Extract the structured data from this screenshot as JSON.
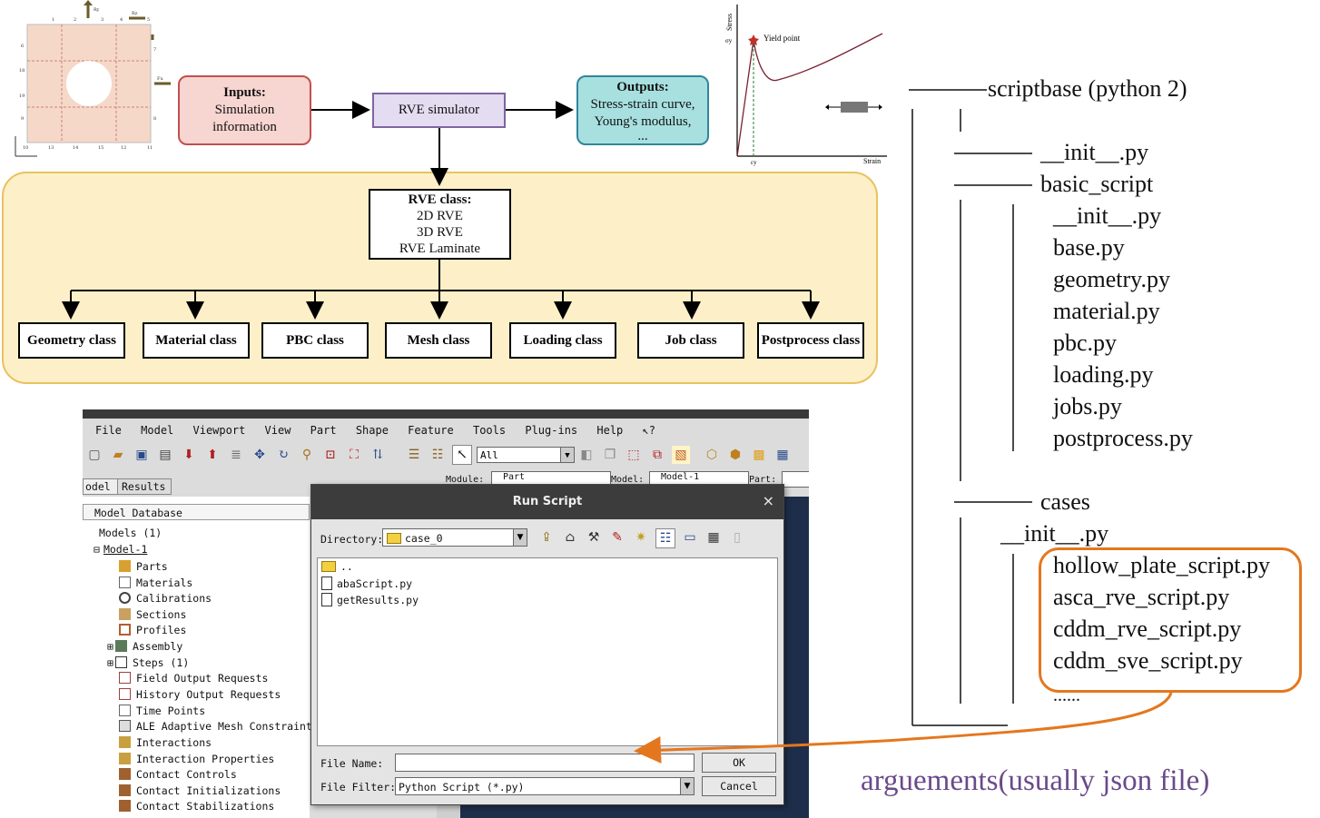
{
  "flow": {
    "inputs": {
      "title": "Inputs:",
      "line1": "Simulation",
      "line2": "information"
    },
    "simulator": "RVE simulator",
    "outputs": {
      "title": "Outputs:",
      "line1": "Stress-strain curve,",
      "line2": "Young's modulus,",
      "line3": "..."
    },
    "rve_class": {
      "title": "RVE class:",
      "line1": "2D RVE",
      "line2": "3D RVE",
      "line3": "RVE Laminate"
    },
    "classes": [
      "Geometry class",
      "Material class",
      "PBC class",
      "Mesh class",
      "Loading class",
      "Job class",
      "Postprocess class"
    ],
    "colors": {
      "inputs_fill": "#f7d5d0",
      "inputs_border": "#c0504d",
      "sim_fill": "#e4dcf0",
      "sim_border": "#8064a2",
      "out_fill": "#a8e0e0",
      "out_border": "#31859c",
      "panel_fill": "#fdf0c8",
      "panel_border": "#e8c25e",
      "orange": "#e4771e",
      "purple": "#6a4a8a"
    }
  },
  "stress_plot": {
    "ylabel": "Stress",
    "xlabel": "Strain",
    "yield_label": "Yield point",
    "sigma_label": "σy",
    "eps_label": "εy"
  },
  "plate": {
    "top_labels": [
      "1",
      "2",
      "3",
      "4",
      "5"
    ],
    "bottom_labels": [
      "10",
      "13",
      "14",
      "15",
      "12",
      "11"
    ],
    "left_labels": [
      "6",
      "18",
      "19",
      "9"
    ],
    "right_labels": [
      "7",
      "8"
    ],
    "tension_labels": [
      "Ry",
      "Rz",
      "Fu"
    ]
  },
  "tree": {
    "root": "scriptbase (python 2)",
    "init": "__init__.py",
    "basic": "basic_script",
    "basic_files": [
      "__init__.py",
      "base.py",
      "geometry.py",
      "material.py",
      "pbc.py",
      "loading.py",
      "jobs.py",
      "postprocess.py"
    ],
    "cases": "cases",
    "cases_init": "__init__.py",
    "case_files": [
      "hollow_plate_script.py",
      "asca_rve_script.py",
      "cddm_rve_script.py",
      "cddm_sve_script.py"
    ],
    "more": "......",
    "annotation": "arguements(usually json file)"
  },
  "abaqus": {
    "menu": [
      "File",
      "Model",
      "Viewport",
      "View",
      "Part",
      "Shape",
      "Feature",
      "Tools",
      "Plug-ins",
      "Help",
      "↖?"
    ],
    "toolbar_select": "All",
    "tabs": [
      "odel",
      "Results"
    ],
    "module_labels": [
      "Module:",
      "Part",
      "Model:",
      "Model-1",
      "Part:"
    ],
    "db_label": "Model Database",
    "models": "Models (1)",
    "model1": "Model-1",
    "nodes": [
      "Parts",
      "Materials",
      "Calibrations",
      "Sections",
      "Profiles",
      "Assembly",
      "Steps (1)",
      "Field Output Requests",
      "History Output Requests",
      "Time Points",
      "ALE Adaptive Mesh Constraints",
      "Interactions",
      "Interaction Properties",
      "Contact Controls",
      "Contact Initializations",
      "Contact Stabilizations"
    ]
  },
  "dialog": {
    "title": "Run Script",
    "close": "×",
    "directory_label": "Directory:",
    "directory_value": "case_0",
    "files": [
      "..",
      "abaScript.py",
      "getResults.py"
    ],
    "file_name_label": "File Name:",
    "file_name_value": "",
    "ok": "OK",
    "filter_label": "File Filter:",
    "filter_value": "Python Script (*.py)",
    "cancel": "Cancel"
  }
}
